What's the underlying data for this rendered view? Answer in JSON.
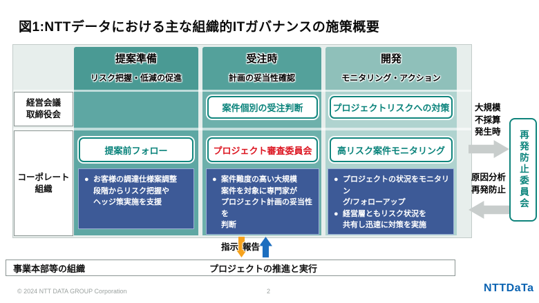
{
  "page": {
    "title": "図1:NTTデータにおける主な組織的ITガバナンスの施策概要",
    "footer": {
      "copyright": "© 2024 NTT DATA GROUP Corporation",
      "page_number": "2",
      "logo": "NTTDaTa"
    }
  },
  "glyphs": {
    "bullet": "●"
  },
  "matrix": {
    "columns": [
      {
        "title": "提案準備",
        "subtitle": "リスク把握・低減の促進"
      },
      {
        "title": "受注時",
        "subtitle": "計画の妥当性確認"
      },
      {
        "title": "開発",
        "subtitle": "モニタリング・アクション"
      }
    ],
    "row_headers": [
      {
        "label": "経営会議\n取締役会"
      },
      {
        "label": "コーポレート\n組織"
      }
    ],
    "exec_boxes": [
      {
        "label": "案件個別の受注判断"
      },
      {
        "label": "プロジェクトリスクへの対策"
      }
    ],
    "corp_boxes": [
      {
        "label": "提案前フォロー"
      },
      {
        "label": "プロジェクト審査委員会"
      },
      {
        "label": "高リスク案件モニタリング"
      }
    ],
    "detail_notes": [
      {
        "bullets": [
          "お客様の調達仕様案調整\n段階からリスク把握や\nヘッジ策実施を支援"
        ]
      },
      {
        "bullets": [
          "案件難度の高い大規模\n案件を対象に専門家が\nプロジェクト計画の妥当性を\n判断"
        ]
      },
      {
        "bullets": [
          "プロジェクトの状況をモニタリン\nグ/フォローアップ",
          "経営層ともリスク状況を\n共有し迅速に対策を実施"
        ]
      }
    ]
  },
  "side": {
    "trigger": "大規模\n不採算\n発生時",
    "committee": "再発防止委員会",
    "feedback": "原因分析\n再発防止"
  },
  "flow": {
    "instruct": "指示",
    "report": "報告"
  },
  "bottom": {
    "org": "事業本部等の組織",
    "activity": "プロジェクトの推進と実行"
  },
  "colors": {
    "teal_dark": "#4a9a94",
    "teal_mid": "#6db0ab",
    "teal_light": "#afd3cf",
    "box_border_teal": "#11867e",
    "box_text_teal": "#0a837b",
    "alert_red": "#dc1420",
    "note_blue": "#3d5a97",
    "arrow_orange": "#f6a21d",
    "arrow_blue": "#1c6ebf",
    "arrow_gray": "#c8cdcc",
    "logo_blue": "#0a63b2"
  }
}
